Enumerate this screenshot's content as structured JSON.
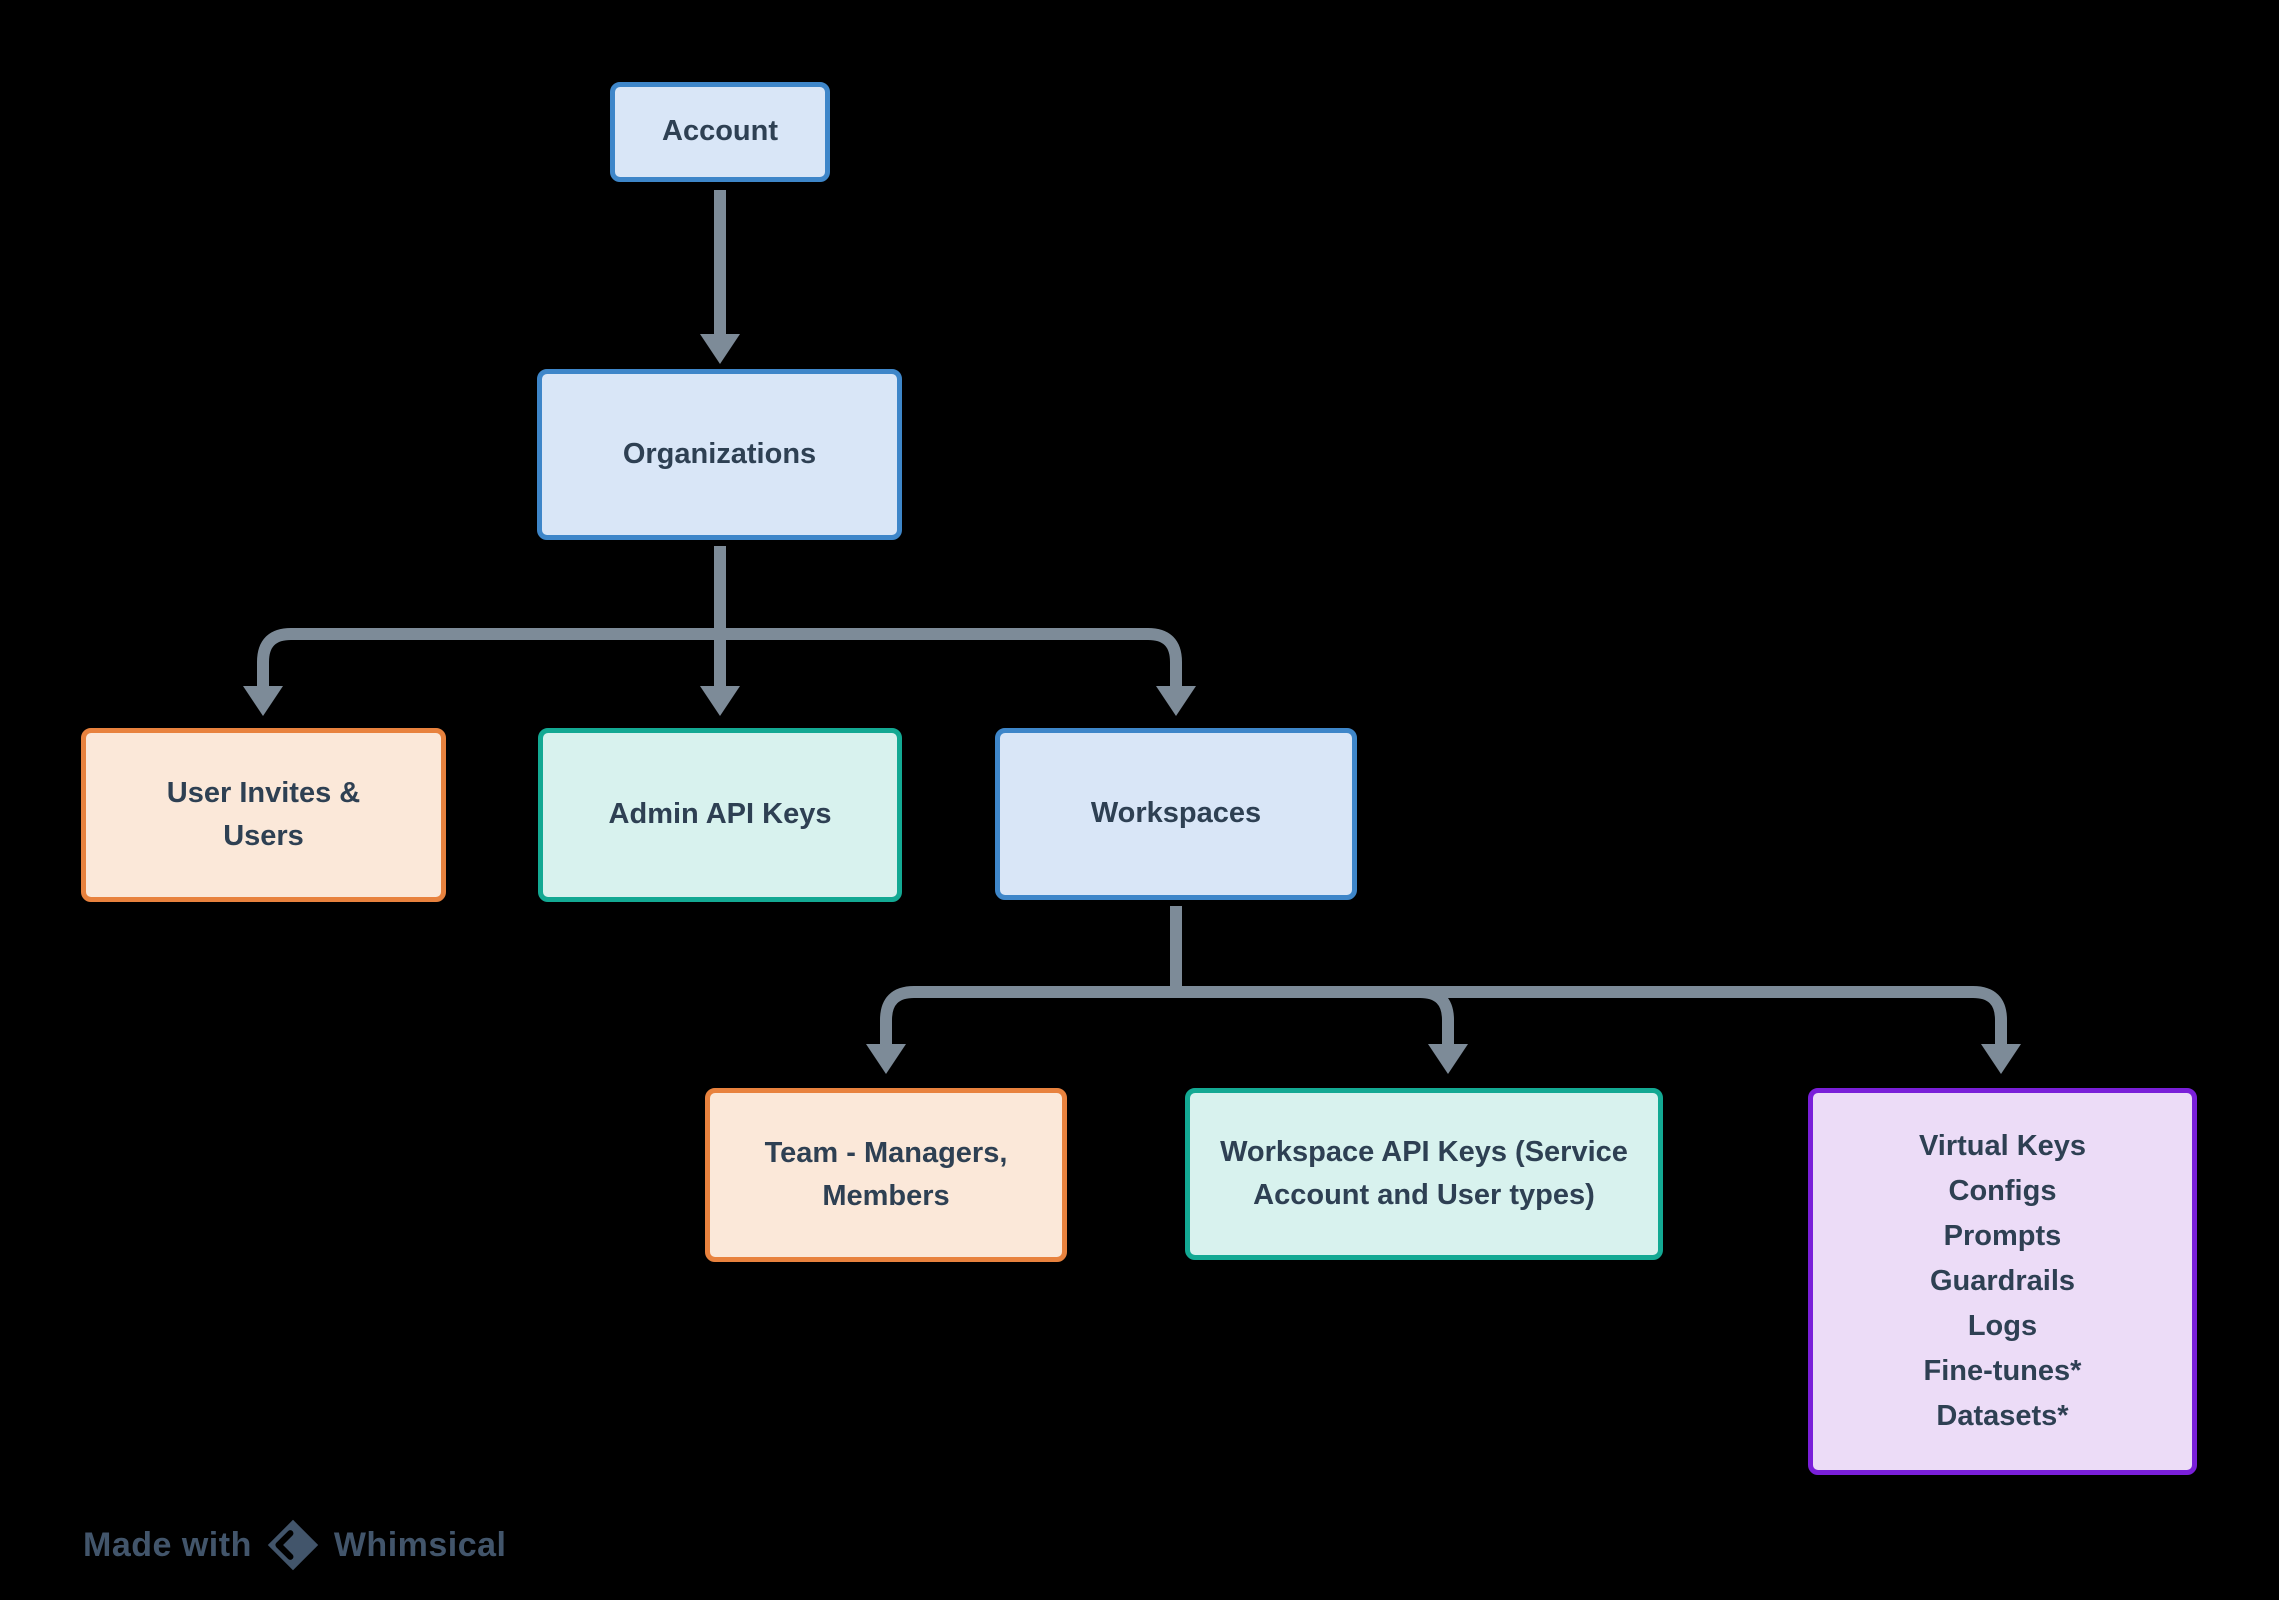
{
  "diagram": {
    "nodes": {
      "account": {
        "label": "Account",
        "color_scheme": "blue"
      },
      "organizations": {
        "label": "Organizations",
        "color_scheme": "blue"
      },
      "user_invites": {
        "label": "User Invites & Users",
        "color_scheme": "orange"
      },
      "admin_api_keys": {
        "label": "Admin API Keys",
        "color_scheme": "teal"
      },
      "workspaces": {
        "label": "Workspaces",
        "color_scheme": "blue"
      },
      "team": {
        "label": "Team - Managers, Members",
        "color_scheme": "orange"
      },
      "workspace_api_keys": {
        "label": "Workspace API Keys (Service Account and User types)",
        "color_scheme": "teal"
      },
      "workspace_resources": {
        "color_scheme": "purple",
        "lines": [
          "Virtual Keys",
          "Configs",
          "Prompts",
          "Guardrails",
          "Logs",
          "Fine-tunes*",
          "Datasets*"
        ]
      }
    },
    "edges": [
      {
        "from": "account",
        "to": "organizations"
      },
      {
        "from": "organizations",
        "to": "user_invites"
      },
      {
        "from": "organizations",
        "to": "admin_api_keys"
      },
      {
        "from": "organizations",
        "to": "workspaces"
      },
      {
        "from": "workspaces",
        "to": "team"
      },
      {
        "from": "workspaces",
        "to": "workspace_api_keys"
      },
      {
        "from": "workspaces",
        "to": "workspace_resources"
      }
    ],
    "colors": {
      "background": "#000000",
      "connector": "#7d8b98",
      "text": "#2e4053",
      "blue_fill": "#d9e6f7",
      "blue_border": "#3e86c9",
      "orange_fill": "#fbe8d9",
      "orange_border": "#e8823e",
      "teal_fill": "#d8f2ee",
      "teal_border": "#13a993",
      "purple_fill": "#ecdcf7",
      "purple_border": "#7a1fd9",
      "watermark": "#42556b"
    },
    "watermark": {
      "prefix": "Made with",
      "brand": "Whimsical"
    }
  }
}
